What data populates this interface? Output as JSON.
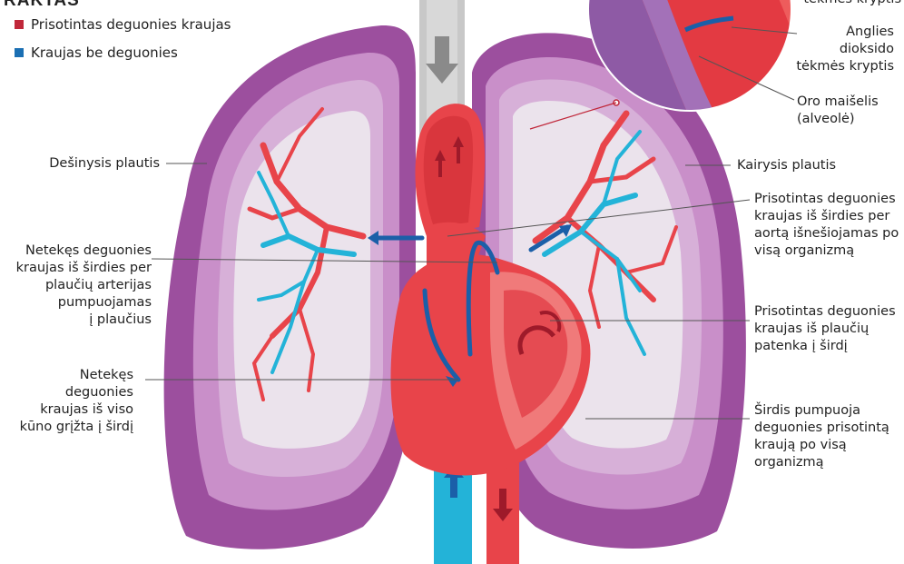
{
  "colors": {
    "oxygenated": "#c0273a",
    "deoxygenated": "#1b6fb3",
    "lung_outer": "#9c4f9e",
    "lung_mid": "#c98fc9",
    "lung_inner": "#d7b0d8",
    "aorta": "#e8444a",
    "vein": "#23b3d8"
  },
  "legend": {
    "title": "RAKTAS",
    "items": [
      {
        "label": "Prisotintas deguonies kraujas",
        "color": "#c0273a"
      },
      {
        "label": "Kraujas be deguonies",
        "color": "#1b6fb3"
      }
    ]
  },
  "labels": {
    "right_lung": "Dešinysis plautis",
    "left_lung": "Kairysis plautis",
    "deoxy_to_lungs": [
      "Netekęs deguonies",
      "kraujas iš širdies per",
      "plaučių arterijas",
      "pumpuojamas",
      "į plaučius"
    ],
    "deoxy_return": [
      "Netekęs",
      "deguonies",
      "kraujas iš viso",
      "kūno grįžta į širdį"
    ],
    "oxy_aorta": [
      "Prisotintas deguonies",
      "kraujas iš širdies per",
      "aortą išnešiojamas po",
      "visą organizmą"
    ],
    "oxy_from_lungs": [
      "Prisotintas deguonies",
      "kraujas iš plaučių",
      "patenka į širdį"
    ],
    "heart_pumps": [
      "Širdis pumpuoja",
      "deguonies prisotintą",
      "kraują po visą",
      "organizmą"
    ],
    "inset_top": "tėkmės kryptis",
    "inset_co2": [
      "Anglies",
      "dioksido",
      "tėkmės kryptis"
    ],
    "inset_alveolus": [
      "Oro maišelis",
      "(alveolė)"
    ]
  }
}
